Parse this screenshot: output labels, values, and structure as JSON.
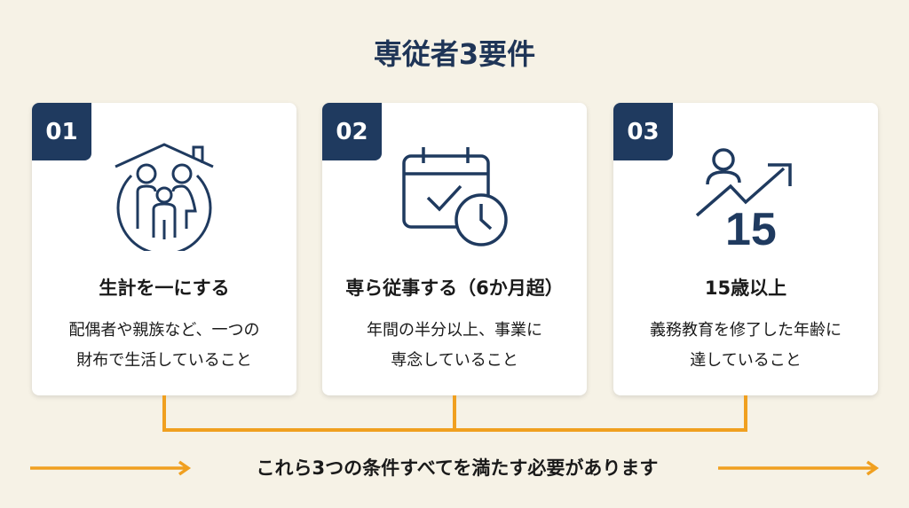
{
  "title": "専従者3要件",
  "cards": [
    {
      "number": "01",
      "heading": "生計を一にする",
      "desc_line1": "配偶者や親族など、一つの",
      "desc_line2": "財布で生活していること",
      "icon": "family-house-icon"
    },
    {
      "number": "02",
      "heading": "専ら従事する（6か月超）",
      "desc_line1": "年間の半分以上、事業に",
      "desc_line2": "専念していること",
      "icon": "calendar-clock-icon"
    },
    {
      "number": "03",
      "heading": "15歳以上",
      "desc_line1": "義務教育を修了した年齢に",
      "desc_line2": "達していること",
      "icon": "person-growth-icon",
      "icon_number": "15"
    }
  ],
  "footer": "これら3つの条件すべてを満たす必要があります",
  "colors": {
    "navy": "#1f3a5f",
    "accent": "#f0a020",
    "background": "#f6f2e6"
  }
}
